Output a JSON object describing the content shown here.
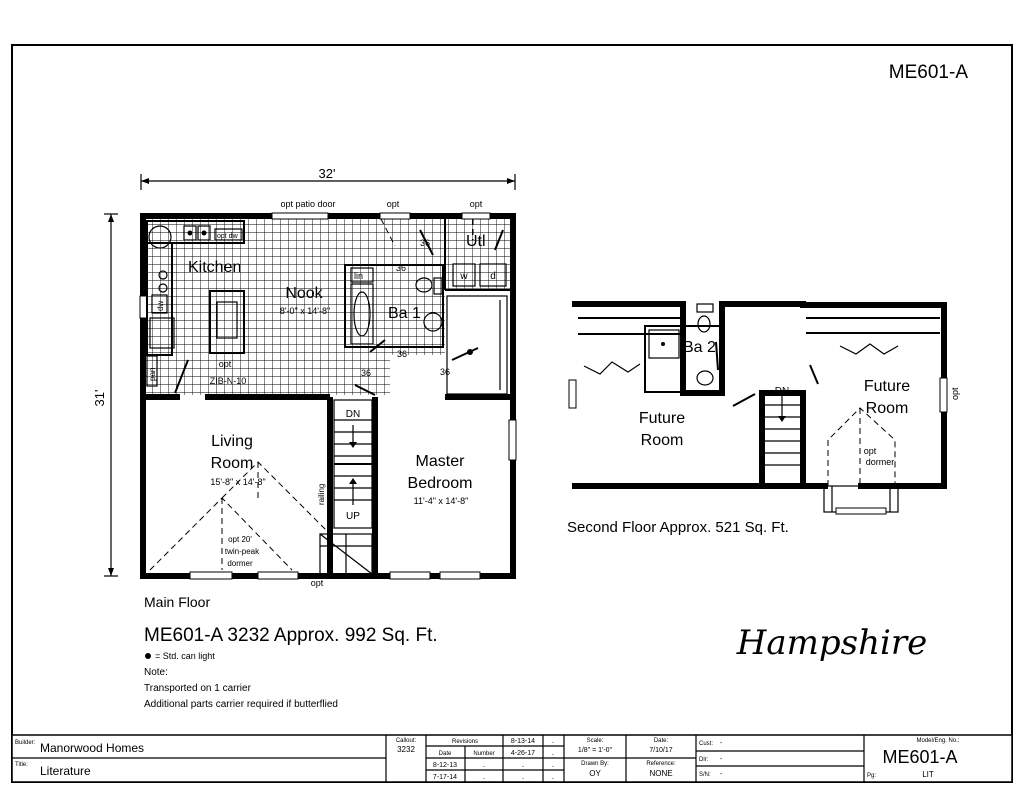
{
  "sheet": {
    "model_code": "ME601-A",
    "brand_name": "Hampshire"
  },
  "main_floor": {
    "width_dim": "32'",
    "depth_dim": "31'",
    "notes_top": [
      "opt patio door",
      "opt",
      "opt"
    ],
    "rooms": {
      "kitchen": "Kitchen",
      "nook": "Nook",
      "nook_size": "8'-0\" x 14'-8\"",
      "bath": "Ba 1",
      "utility": "Utl",
      "living_1": "Living",
      "living_2": "Room",
      "living_size": "15'-8\" x 14'-8\"",
      "master_1": "Master",
      "master_2": "Bedroom",
      "master_size": "11'-4\" x 14'-8\""
    },
    "fixtures": {
      "opt_dw": "opt dw",
      "dw": "dw",
      "pan": "pan",
      "opt_island_1": "opt",
      "opt_island_2": "ZIB-N-10",
      "lin": "lin",
      "washer": "w",
      "dryer": "d",
      "door_36": "36",
      "stair_dn": "DN",
      "stair_up": "UP",
      "railing": "railing",
      "dormer_1": "opt 20'",
      "dormer_2": "twin-peak",
      "dormer_3": "dormer",
      "opt_bottom": "opt"
    },
    "caption": "Main Floor",
    "summary": "ME601-A 3232  Approx. 992 Sq. Ft.",
    "legend": "= Std. can light",
    "note_label": "Note:",
    "note_1": "Transported on 1 carrier",
    "note_2": "Additional parts carrier required if butterflied"
  },
  "second_floor": {
    "bath": "Ba 2",
    "stair_dn": "DN",
    "future_left_1": "Future",
    "future_left_2": "Room",
    "future_right_1": "Future",
    "future_right_2": "Room",
    "opt_side": "opt",
    "opt_dormer_1": "opt",
    "opt_dormer_2": "dormer",
    "caption": "Second Floor Approx. 521 Sq. Ft."
  },
  "title_block": {
    "builder_label": "Builder:",
    "builder_value": "Manorwood Homes",
    "title_label": "Title:",
    "title_value": "Literature",
    "callout_label": "Callout:",
    "callout_value": "3232",
    "revisions_label": "Revisions",
    "date_header": "Date",
    "number_header": "Number",
    "rev_right_1": "8-13-14",
    "rev_right_2": "4-26-17",
    "rev_left_1": "8-12-13",
    "rev_left_2": "7-17-14",
    "dot": ".",
    "scale_label": "Scale:",
    "scale_value": "1/8\" = 1'-0\"",
    "drawn_label": "Drawn By:",
    "drawn_value": "OY",
    "date_label": "Date:",
    "date_value": "7/10/17",
    "reference_label": "Reference:",
    "reference_value": "NONE",
    "cust_label": "Cust:",
    "cust_value": "-",
    "dlr_label": "Dlr:",
    "dlr_value": "-",
    "sn_label": "S/N:",
    "sn_value": "-",
    "model_label": "Model/Eng. No.:",
    "model_value": "ME601-A",
    "pg_label": "Pg:",
    "pg_value": "LIT"
  }
}
